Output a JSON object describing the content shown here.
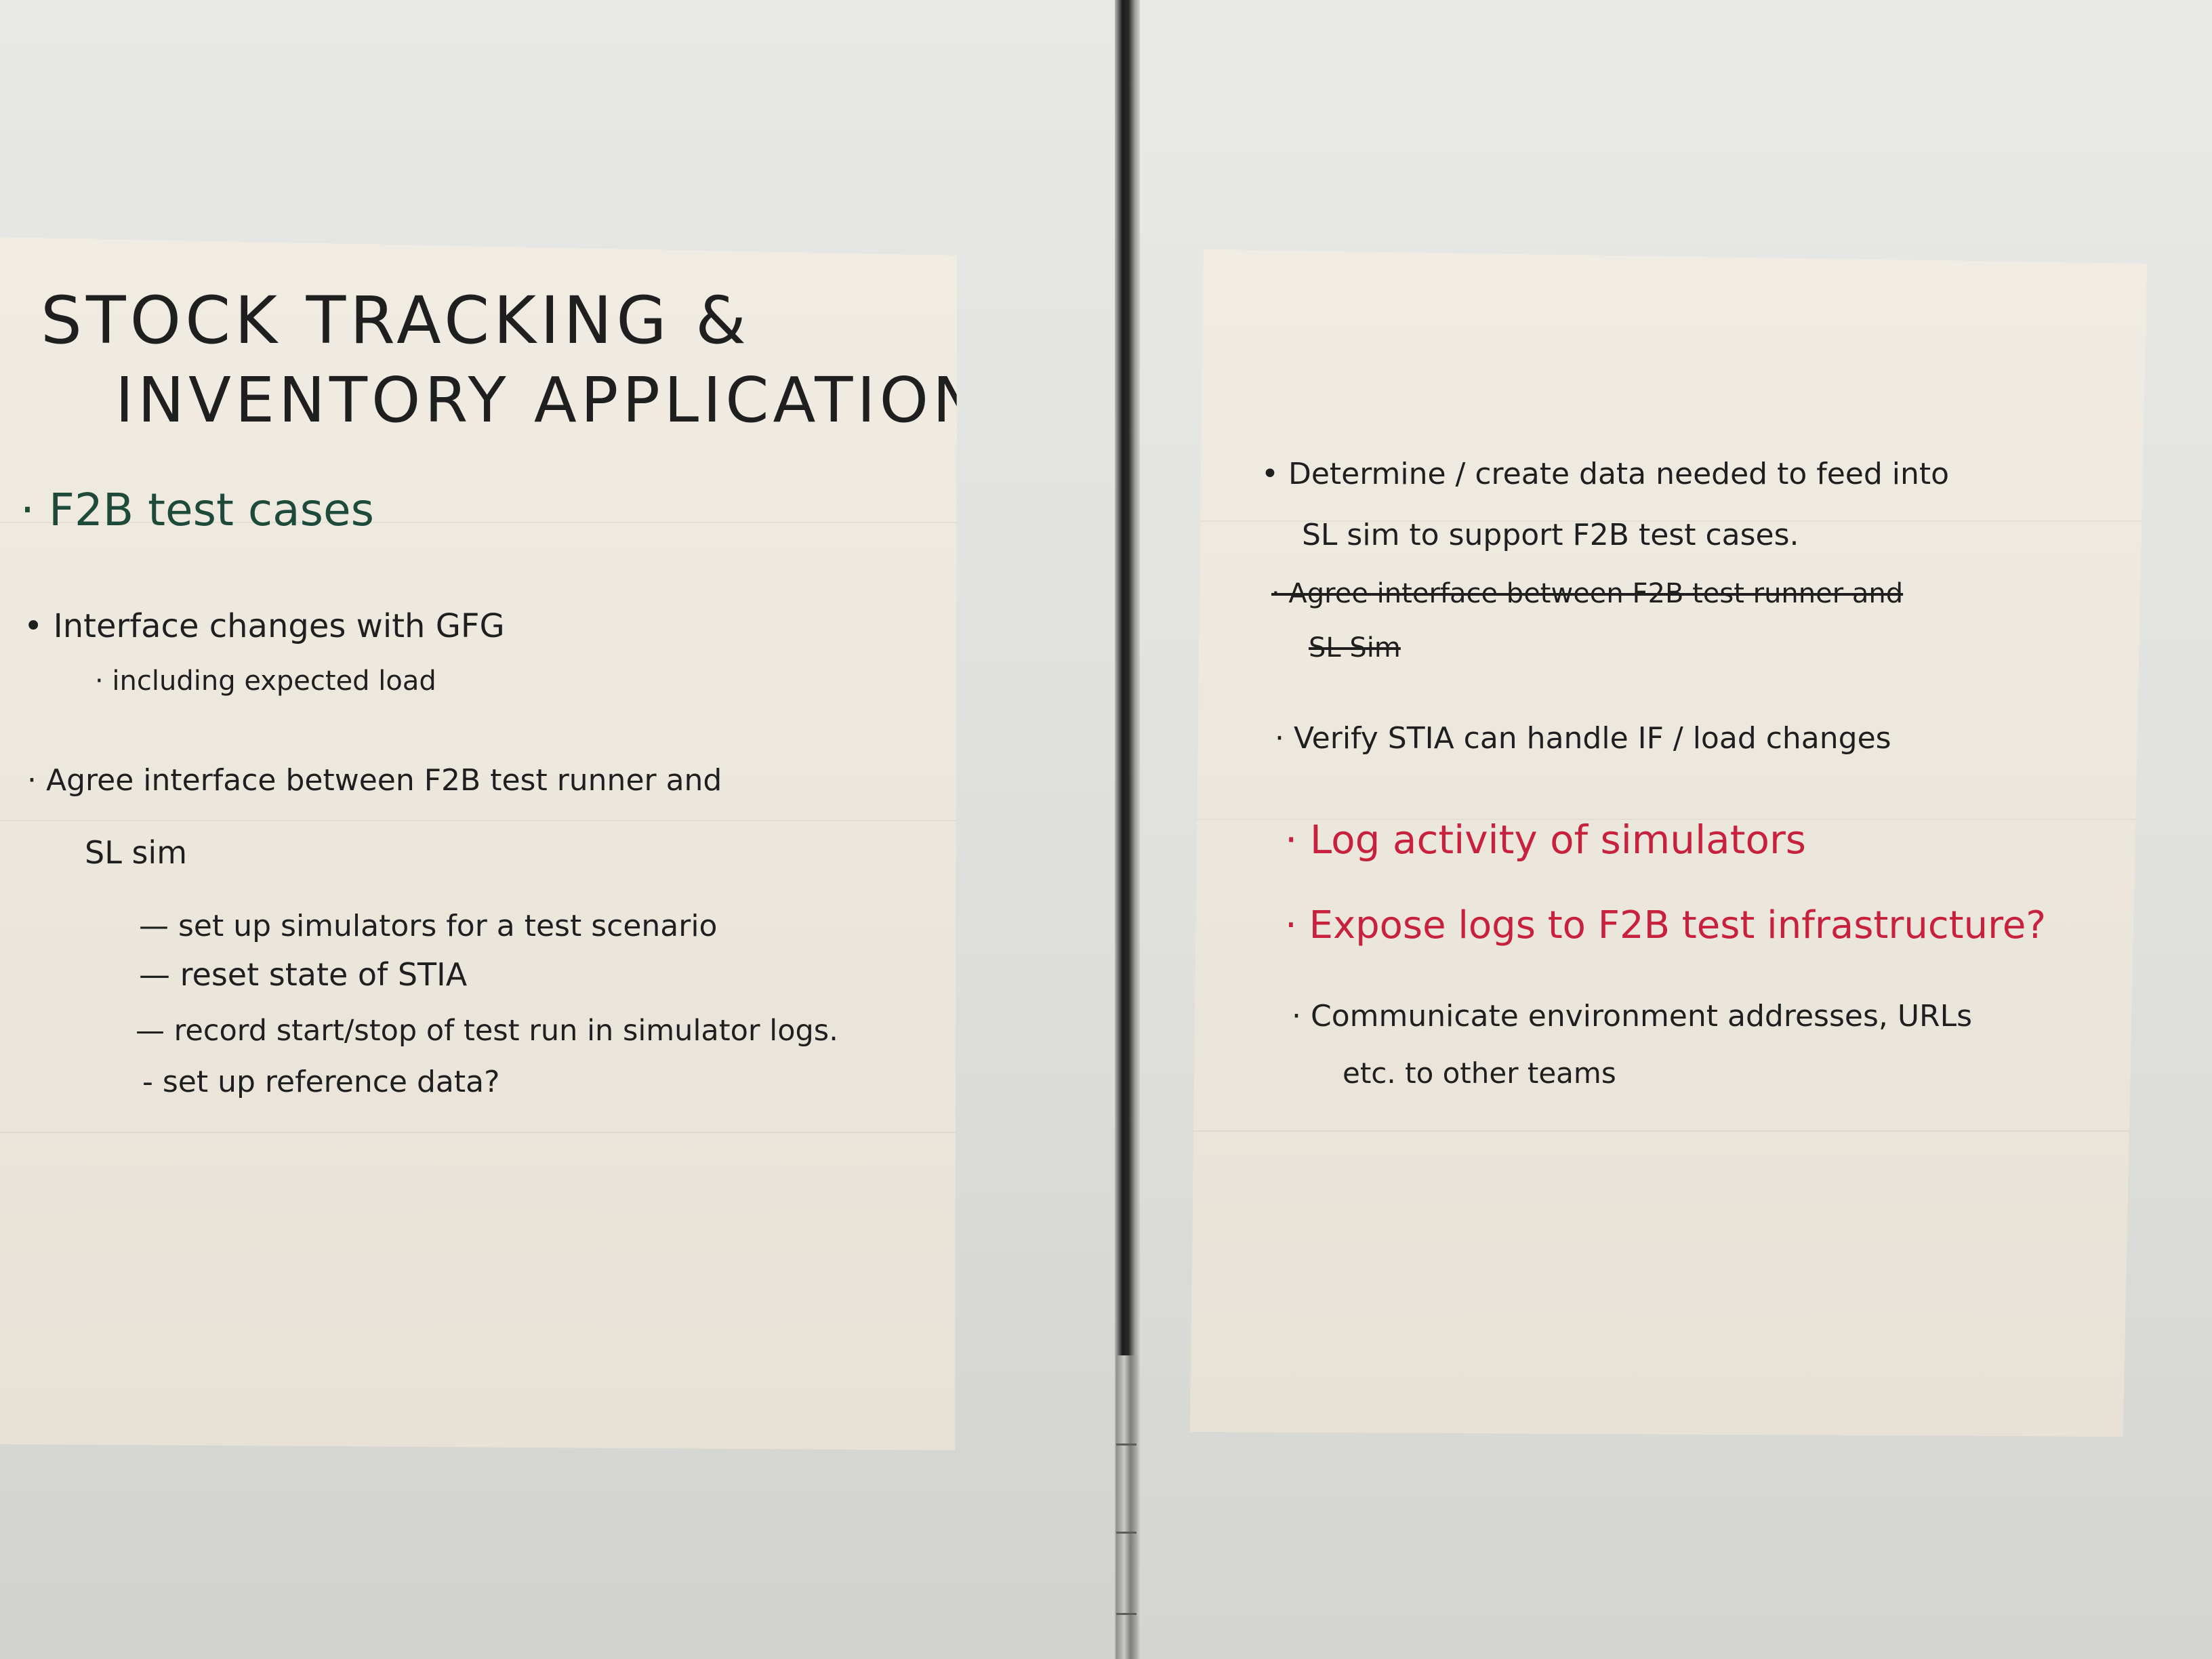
{
  "left_sheet": {
    "title_line1": "STOCK TRACKING &",
    "title_line2": "INVENTORY APPLICATION",
    "items": [
      "· F2B test cases",
      "• Interface changes with GFG",
      "· including expected load",
      "· Agree interface between F2B test runner and",
      "SL sim",
      "— set up simulators for a test scenario",
      "— reset state of STIA",
      "— record start/stop of test run in simulator logs.",
      "- set up reference data?"
    ]
  },
  "right_sheet": {
    "items": [
      "• Determine / create data needed to feed into",
      "SL sim to support F2B test cases.",
      "· Agree interface between F2B test runner and",
      "SL Sim",
      "· Verify STIA can handle IF / load changes",
      "· Log activity of simulators",
      "· Expose logs to F2B test infrastructure?",
      "· Communicate environment addresses, URLs",
      "etc. to other teams"
    ]
  },
  "colors": {
    "ink_black": "#1f1f1f",
    "ink_green": "#1e4a3a",
    "ink_red": "#c8213e",
    "paper": "#ede8de"
  }
}
